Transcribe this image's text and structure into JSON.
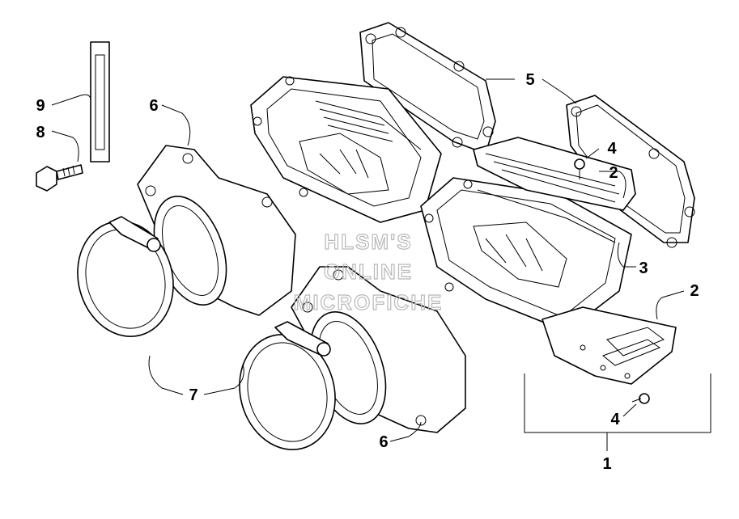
{
  "callouts": [
    "1",
    "2",
    "2",
    "3",
    "4",
    "4",
    "5",
    "6",
    "6",
    "7",
    "8",
    "9"
  ],
  "watermark": [
    "HLSM'S",
    "ONLINE",
    "MICROFICHE"
  ],
  "colors": {
    "line": "#000000",
    "watermark": "#b8b8b8",
    "background": "#ffffff"
  }
}
